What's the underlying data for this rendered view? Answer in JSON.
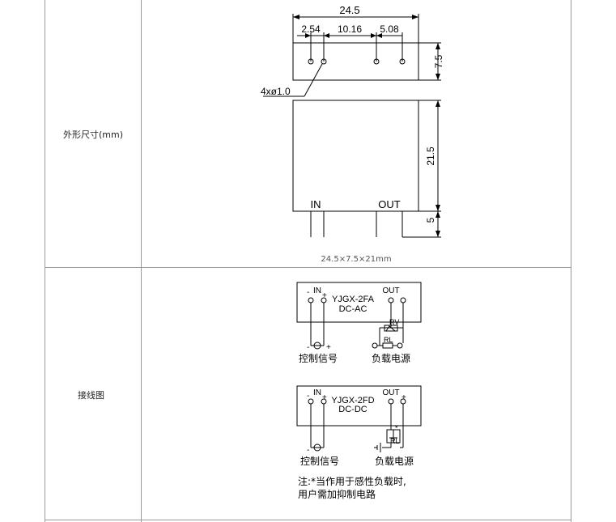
{
  "rows": [
    {
      "label": "外形尺寸(mm)",
      "dimensions": {
        "overall_width": "24.5",
        "pin_offset": "2.54",
        "pin_span": "10.16",
        "pin_pitch": "5.08",
        "top_thickness": "7.5",
        "hole_note": "4xø1.0",
        "body_height": "21.5",
        "pin_length": "5",
        "input_label": "IN",
        "output_label": "OUT"
      },
      "caption": "24.5×7.5×21mm"
    },
    {
      "label": "接线图",
      "diagram_ac": {
        "in_label": "IN",
        "out_label": "OUT",
        "model": "YJGX-2FA",
        "type": "DC-AC",
        "rv_label": "RV",
        "rl_label": "RL",
        "control_label": "控制信号",
        "load_label": "负载电源"
      },
      "diagram_dc": {
        "in_label": "IN",
        "out_label": "OUT",
        "model": "YJGX-2FD",
        "type": "DC-DC",
        "rl_label": "RL",
        "star_mark": "*",
        "control_label": "控制信号",
        "load_label": "负载电源"
      },
      "note_line1": "注:*当作用于感性负载时,",
      "note_line2": "用户需加抑制电路"
    }
  ]
}
